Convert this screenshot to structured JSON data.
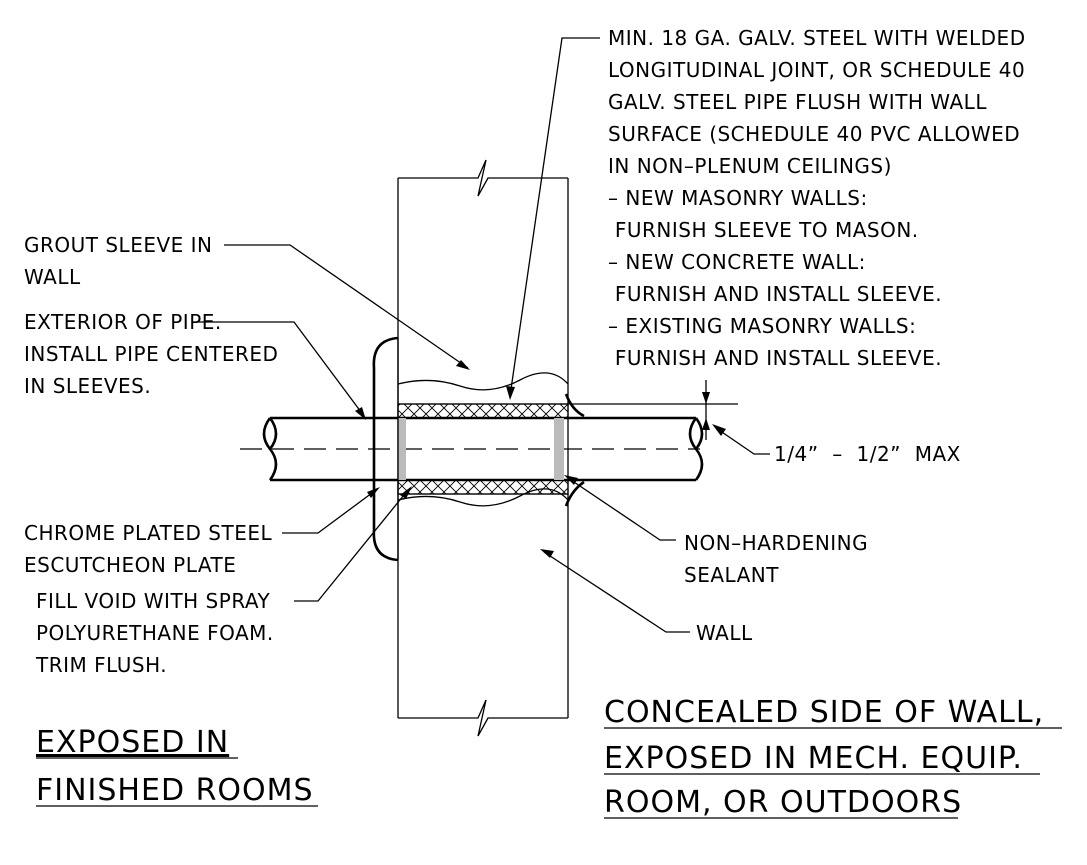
{
  "notes": {
    "sleeve_spec": [
      "MIN. 18 GA. GALV. STEEL WITH WELDED",
      "LONGITUDINAL JOINT, OR SCHEDULE 40",
      "GALV. STEEL PIPE FLUSH WITH WALL",
      "SURFACE (SCHEDULE 40 PVC ALLOWED",
      "IN NON–PLENUM CEILINGS)",
      "– NEW MASONRY WALLS:",
      " FURNISH SLEEVE TO MASON.",
      "– NEW CONCRETE WALL:",
      " FURNISH AND INSTALL SLEEVE.",
      "– EXISTING MASONRY WALLS:",
      " FURNISH AND INSTALL SLEEVE."
    ],
    "grout": [
      "GROUT SLEEVE IN",
      "WALL"
    ],
    "exterior_pipe": [
      "EXTERIOR OF PIPE.",
      "INSTALL PIPE CENTERED",
      "IN SLEEVES."
    ],
    "clearance": "1/4”  –  1/2”  MAX",
    "escutcheon": [
      "CHROME PLATED STEEL",
      "ESCUTCHEON PLATE"
    ],
    "sealant": [
      "NON–HARDENING",
      "SEALANT"
    ],
    "foam": [
      "FILL VOID WITH SPRAY",
      "POLYURETHANE FOAM.",
      "TRIM FLUSH."
    ],
    "wall": "WALL"
  },
  "titles": {
    "left": [
      "EXPOSED IN",
      "FINISHED ROOMS"
    ],
    "right": [
      "CONCEALED SIDE OF WALL,",
      "EXPOSED IN MECH. EQUIP.",
      "ROOM, OR OUTDOORS"
    ]
  },
  "colors": {
    "line": "#000000",
    "void_fill": "#bbbbbb",
    "background": "#ffffff"
  }
}
